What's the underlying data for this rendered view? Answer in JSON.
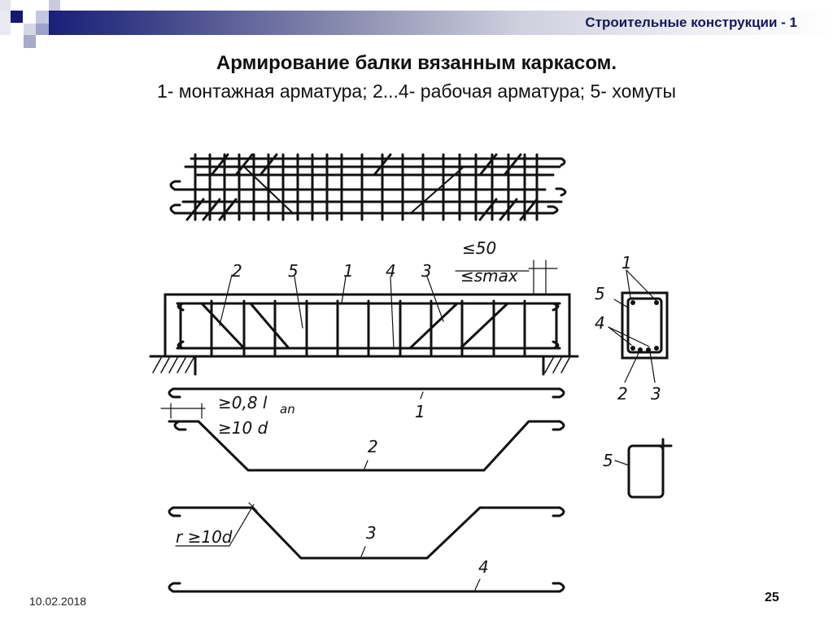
{
  "header": {
    "course_title": "Строительные конструкции - 1",
    "accent_color": "#1a1f7a"
  },
  "slide": {
    "title": "Армирование балки вязанным каркасом.",
    "subtitle": "1- монтажная арматура; 2...4- рабочая арматура; 5- хомуты"
  },
  "figure": {
    "elevation_labels": [
      "2",
      "5",
      "1",
      "4",
      "3"
    ],
    "dimension_top": "≤50",
    "dimension_bottom": "≤smax",
    "section_labels": [
      "1",
      "5",
      "4",
      "2",
      "3"
    ],
    "bar1_label": "1",
    "bar2_label": "2",
    "bar2_dim1": "≥0,8 l",
    "bar2_dim1_sub": "an",
    "bar2_dim2": "≥10 d",
    "bar3_label": "3",
    "bar3_radius": "r ≥10d",
    "bar4_label": "4",
    "stirrup_label": "5"
  },
  "footer": {
    "date": "10.02.2018",
    "page_number": "25"
  }
}
